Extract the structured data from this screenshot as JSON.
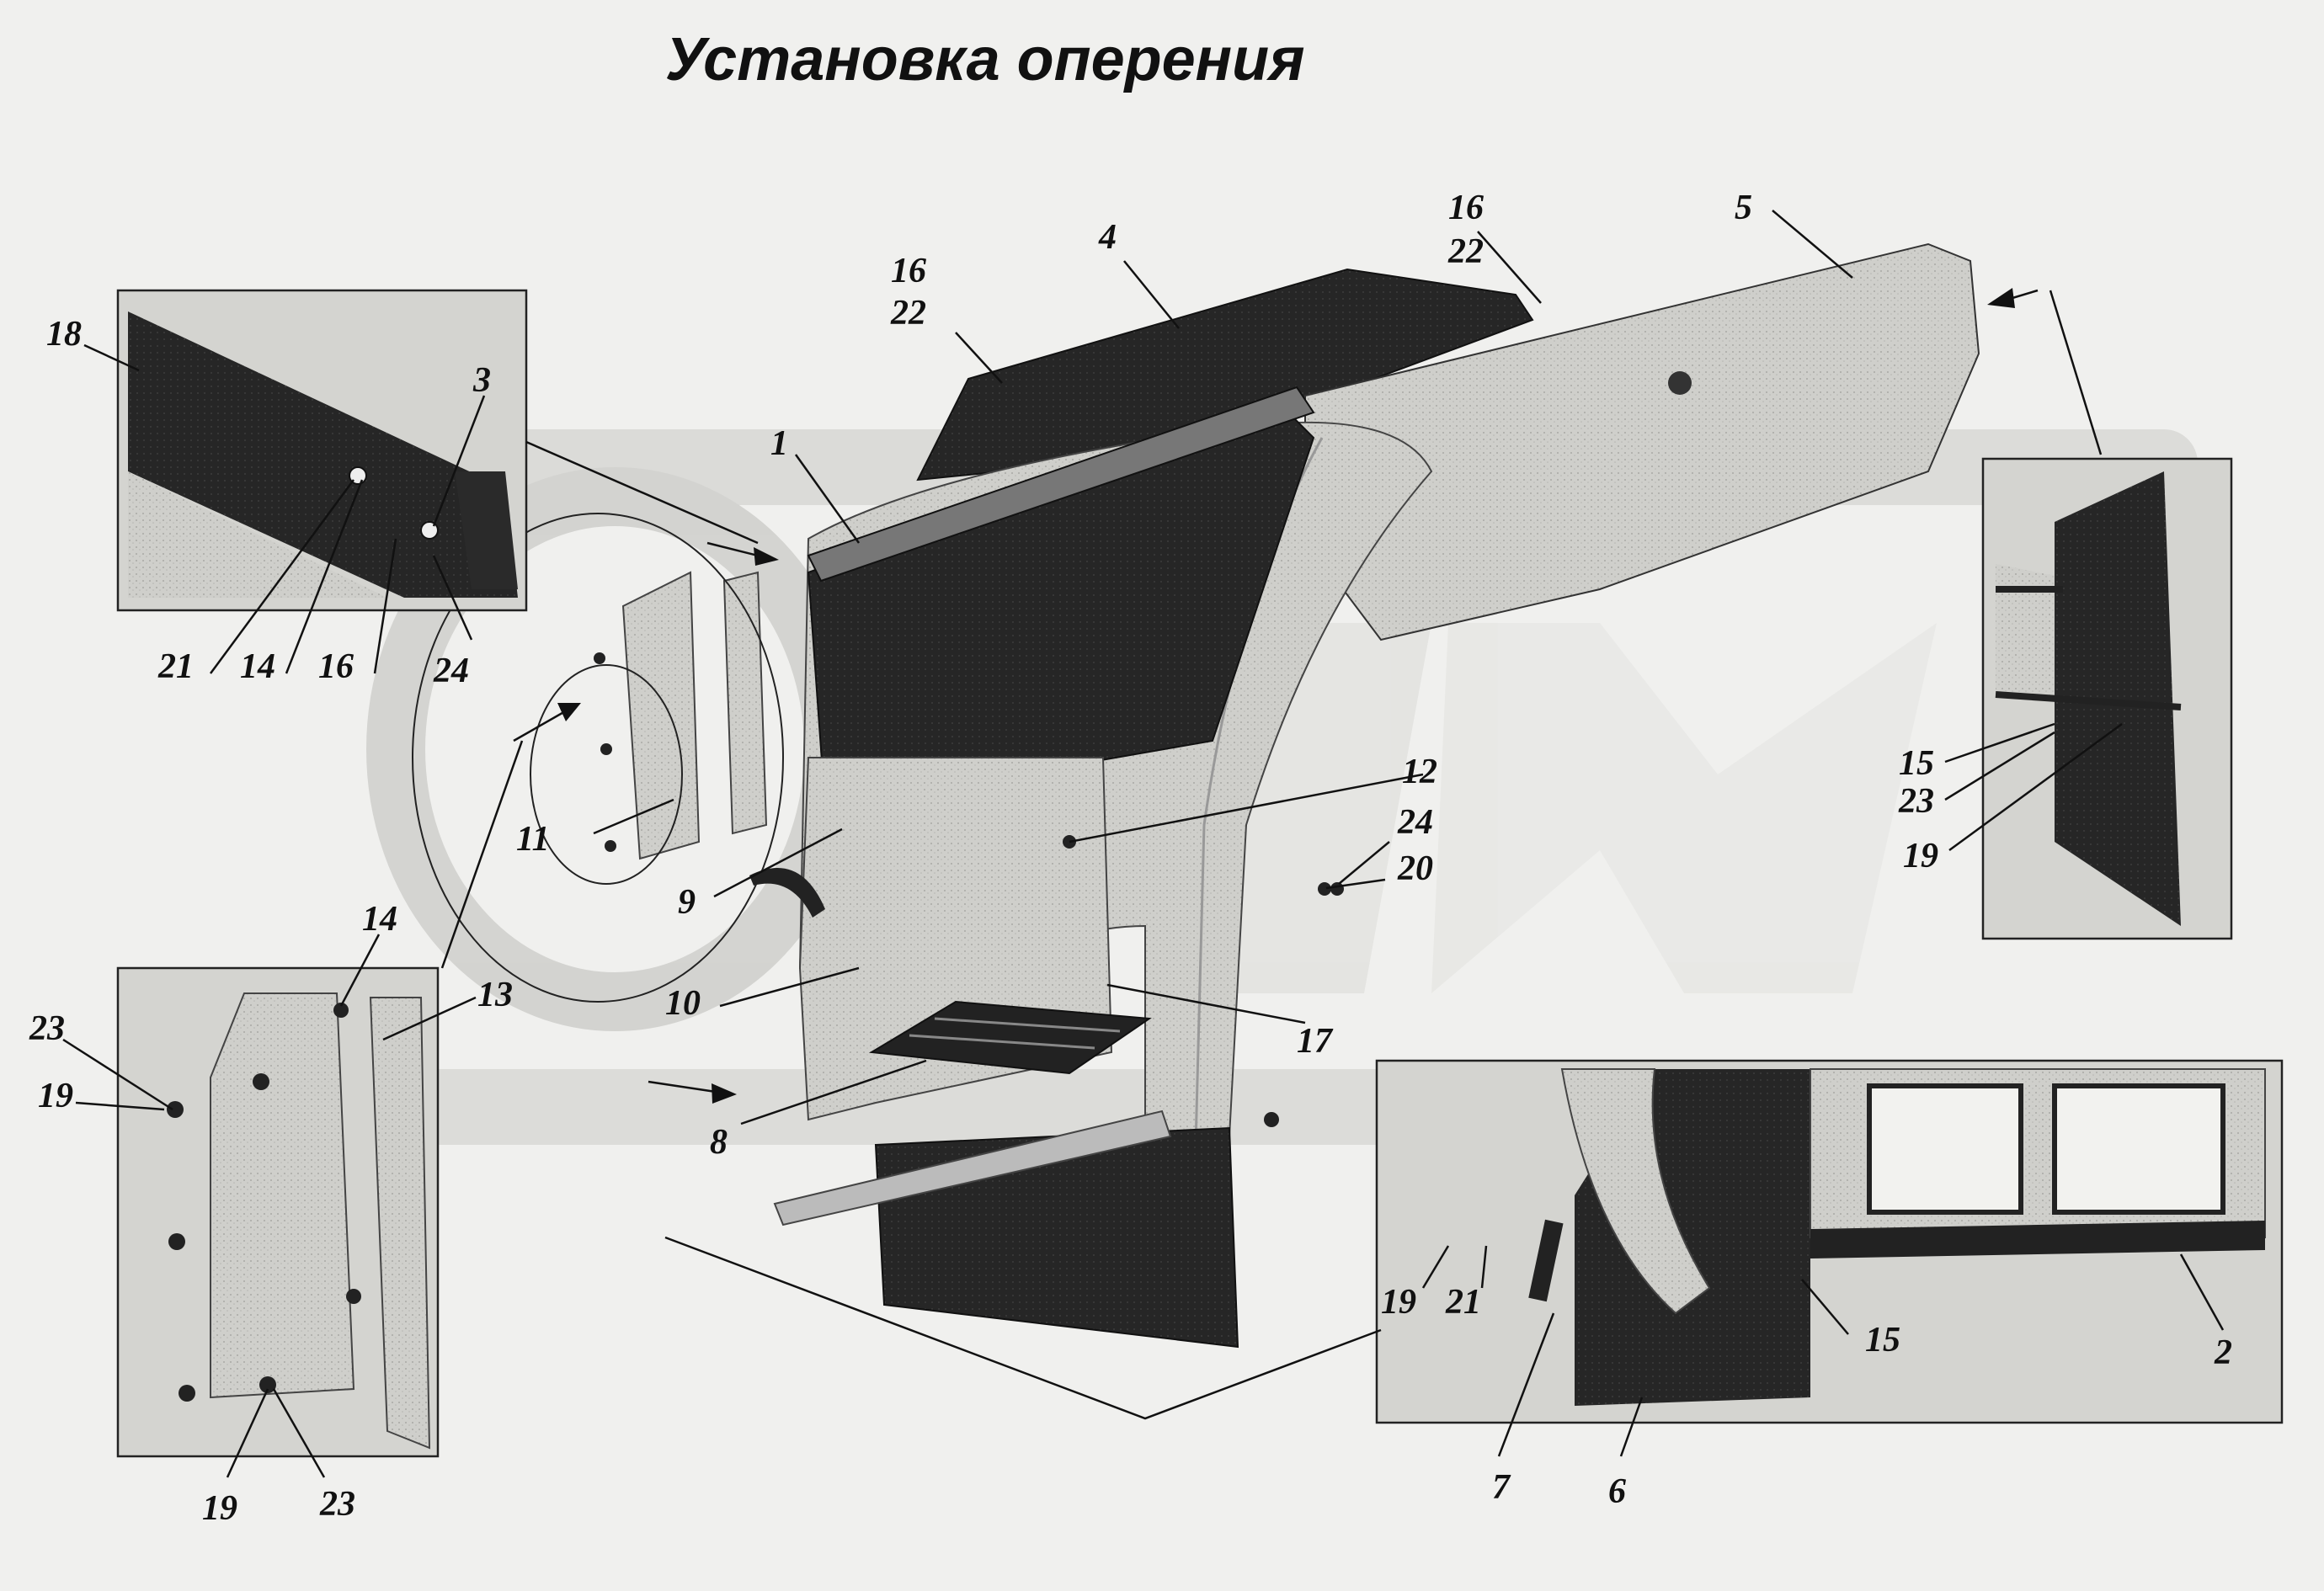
{
  "title": "Установка оперения",
  "watermark": "OPEX",
  "colors": {
    "background": "#f0f0ee",
    "dark_panel": "#1e1e1e",
    "fender_gray": "#c8c8c4",
    "watermark_gray": "#d7d7d4"
  },
  "labels": {
    "l1": "1",
    "l2": "2",
    "l3": "3",
    "l4": "4",
    "l5": "5",
    "l6": "6",
    "l7": "7",
    "l8": "8",
    "l9": "9",
    "l10": "10",
    "l11": "11",
    "l12": "12",
    "l13": "13",
    "l14a": "14",
    "l14b": "14",
    "l15a": "15",
    "l15b": "15",
    "l16a": "16",
    "l16b": "16",
    "l16c": "16",
    "l17": "17",
    "l18": "18",
    "l19a": "19",
    "l19b": "19",
    "l19c": "19",
    "l19d": "19",
    "l20": "20",
    "l21a": "21",
    "l21b": "21",
    "l22a": "22",
    "l22b": "22",
    "l23a": "23",
    "l23b": "23",
    "l23c": "23",
    "l24a": "24",
    "l24b": "24"
  }
}
